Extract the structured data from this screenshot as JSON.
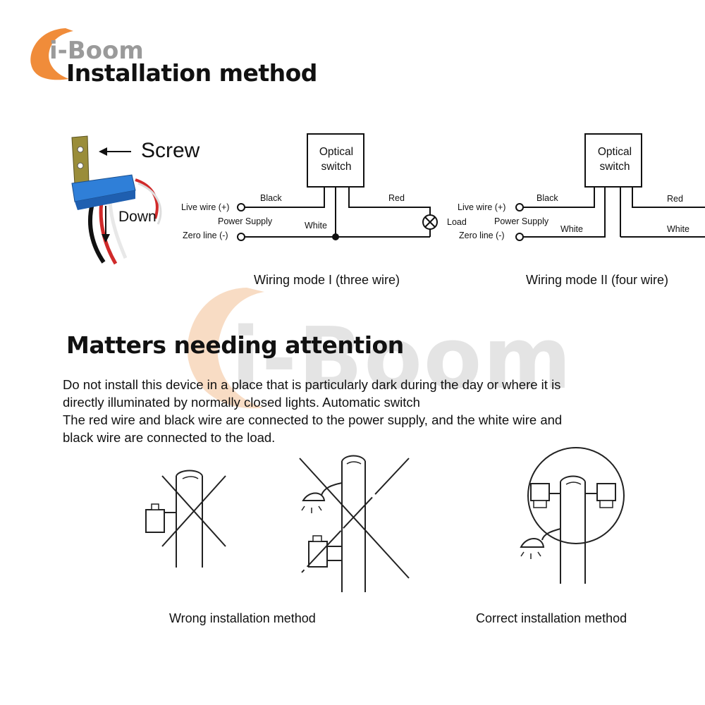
{
  "brand": {
    "logo_text": "i-Boom",
    "watermark_text": "i-Boom",
    "accent_color": "#f08c3a"
  },
  "headings": {
    "installation": "Installation method",
    "attention": "Matters needing attention"
  },
  "device": {
    "screw_label": "Screw",
    "down_label": "Down",
    "housing_color": "#2f7fd8"
  },
  "mode1": {
    "box_line1": "Optical",
    "box_line2": "switch",
    "live": "Live wire (+)",
    "power": "Power Supply",
    "zero": "Zero line (-)",
    "black": "Black",
    "white": "White",
    "red": "Red",
    "load": "Load",
    "caption": "Wiring mode I (three wire)"
  },
  "mode2": {
    "box_line1": "Optical",
    "box_line2": "switch",
    "live": "Live wire (+)",
    "power": "Power Supply",
    "zero": "Zero line (-)",
    "black": "Black",
    "white1": "White",
    "red": "Red",
    "white2": "White",
    "caption": "Wiring mode II (four wire)"
  },
  "notes": {
    "line1": "Do not install this device in a place that is particularly dark during the day or where it is",
    "line2": "directly illuminated by normally closed lights. Automatic switch",
    "line3": "The red wire and black wire are connected to the power supply,  and the white wire and",
    "line4": "black wire are connected to the load."
  },
  "captions": {
    "wrong": "Wrong installation method",
    "correct": "Correct installation method"
  }
}
